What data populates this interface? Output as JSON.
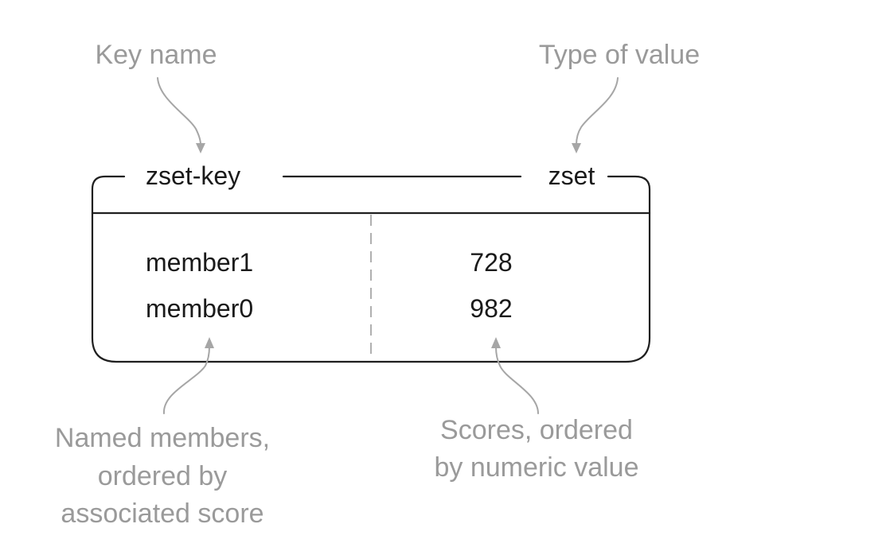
{
  "annotations": {
    "key_name": "Key name",
    "type_of_value": "Type of value",
    "members_note": [
      "Named members,",
      "ordered by",
      "associated score"
    ],
    "scores_note": [
      "Scores, ordered",
      "by numeric value"
    ]
  },
  "key": {
    "name": "zset-key",
    "type": "zset"
  },
  "rows": [
    {
      "member": "member1",
      "score": "728"
    },
    {
      "member": "member0",
      "score": "982"
    }
  ],
  "colors": {
    "annotation_text": "#9a9a9a",
    "main_text": "#1a1a1a",
    "frame": "#1f1f1f",
    "pointer": "#a6a6a6",
    "column_separator": "#b0b0b0"
  }
}
